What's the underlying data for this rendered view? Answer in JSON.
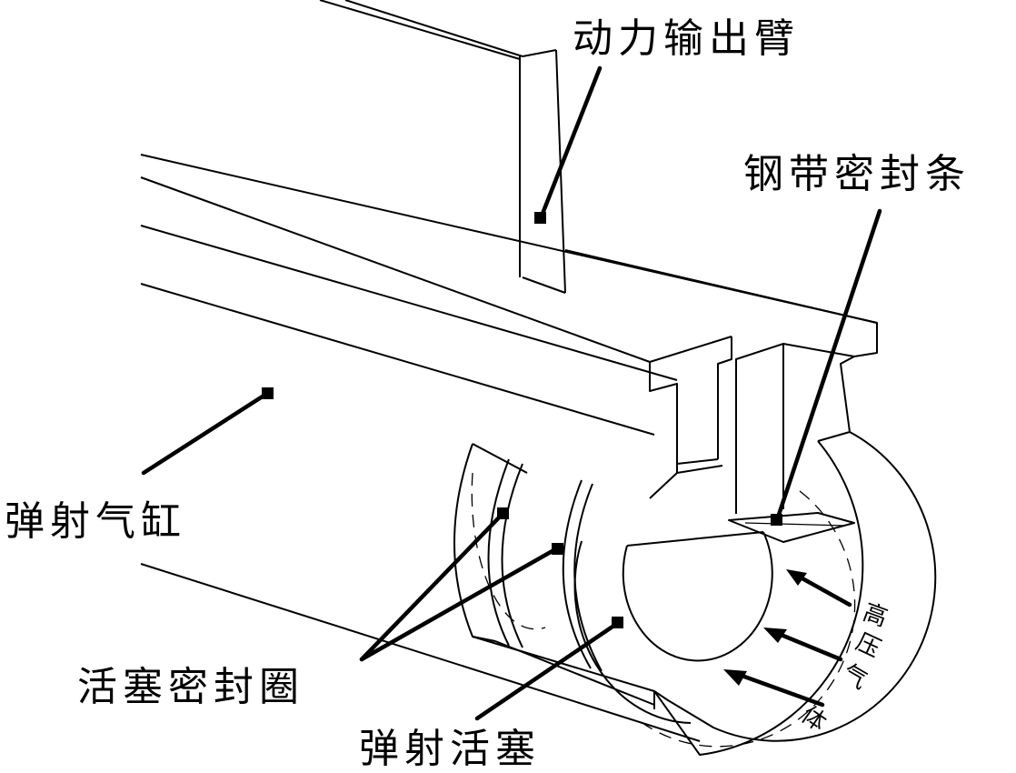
{
  "labels": {
    "power_arm": "动力输出臂",
    "steel_seal": "钢带密封条",
    "cylinder": "弹射气缸",
    "piston_seal_rings": "活塞密封圈",
    "piston": "弹射活塞",
    "high_pressure_gas": [
      "高",
      "压",
      "气",
      "体"
    ]
  },
  "colors": {
    "line": "#000000",
    "background": "#ffffff"
  }
}
